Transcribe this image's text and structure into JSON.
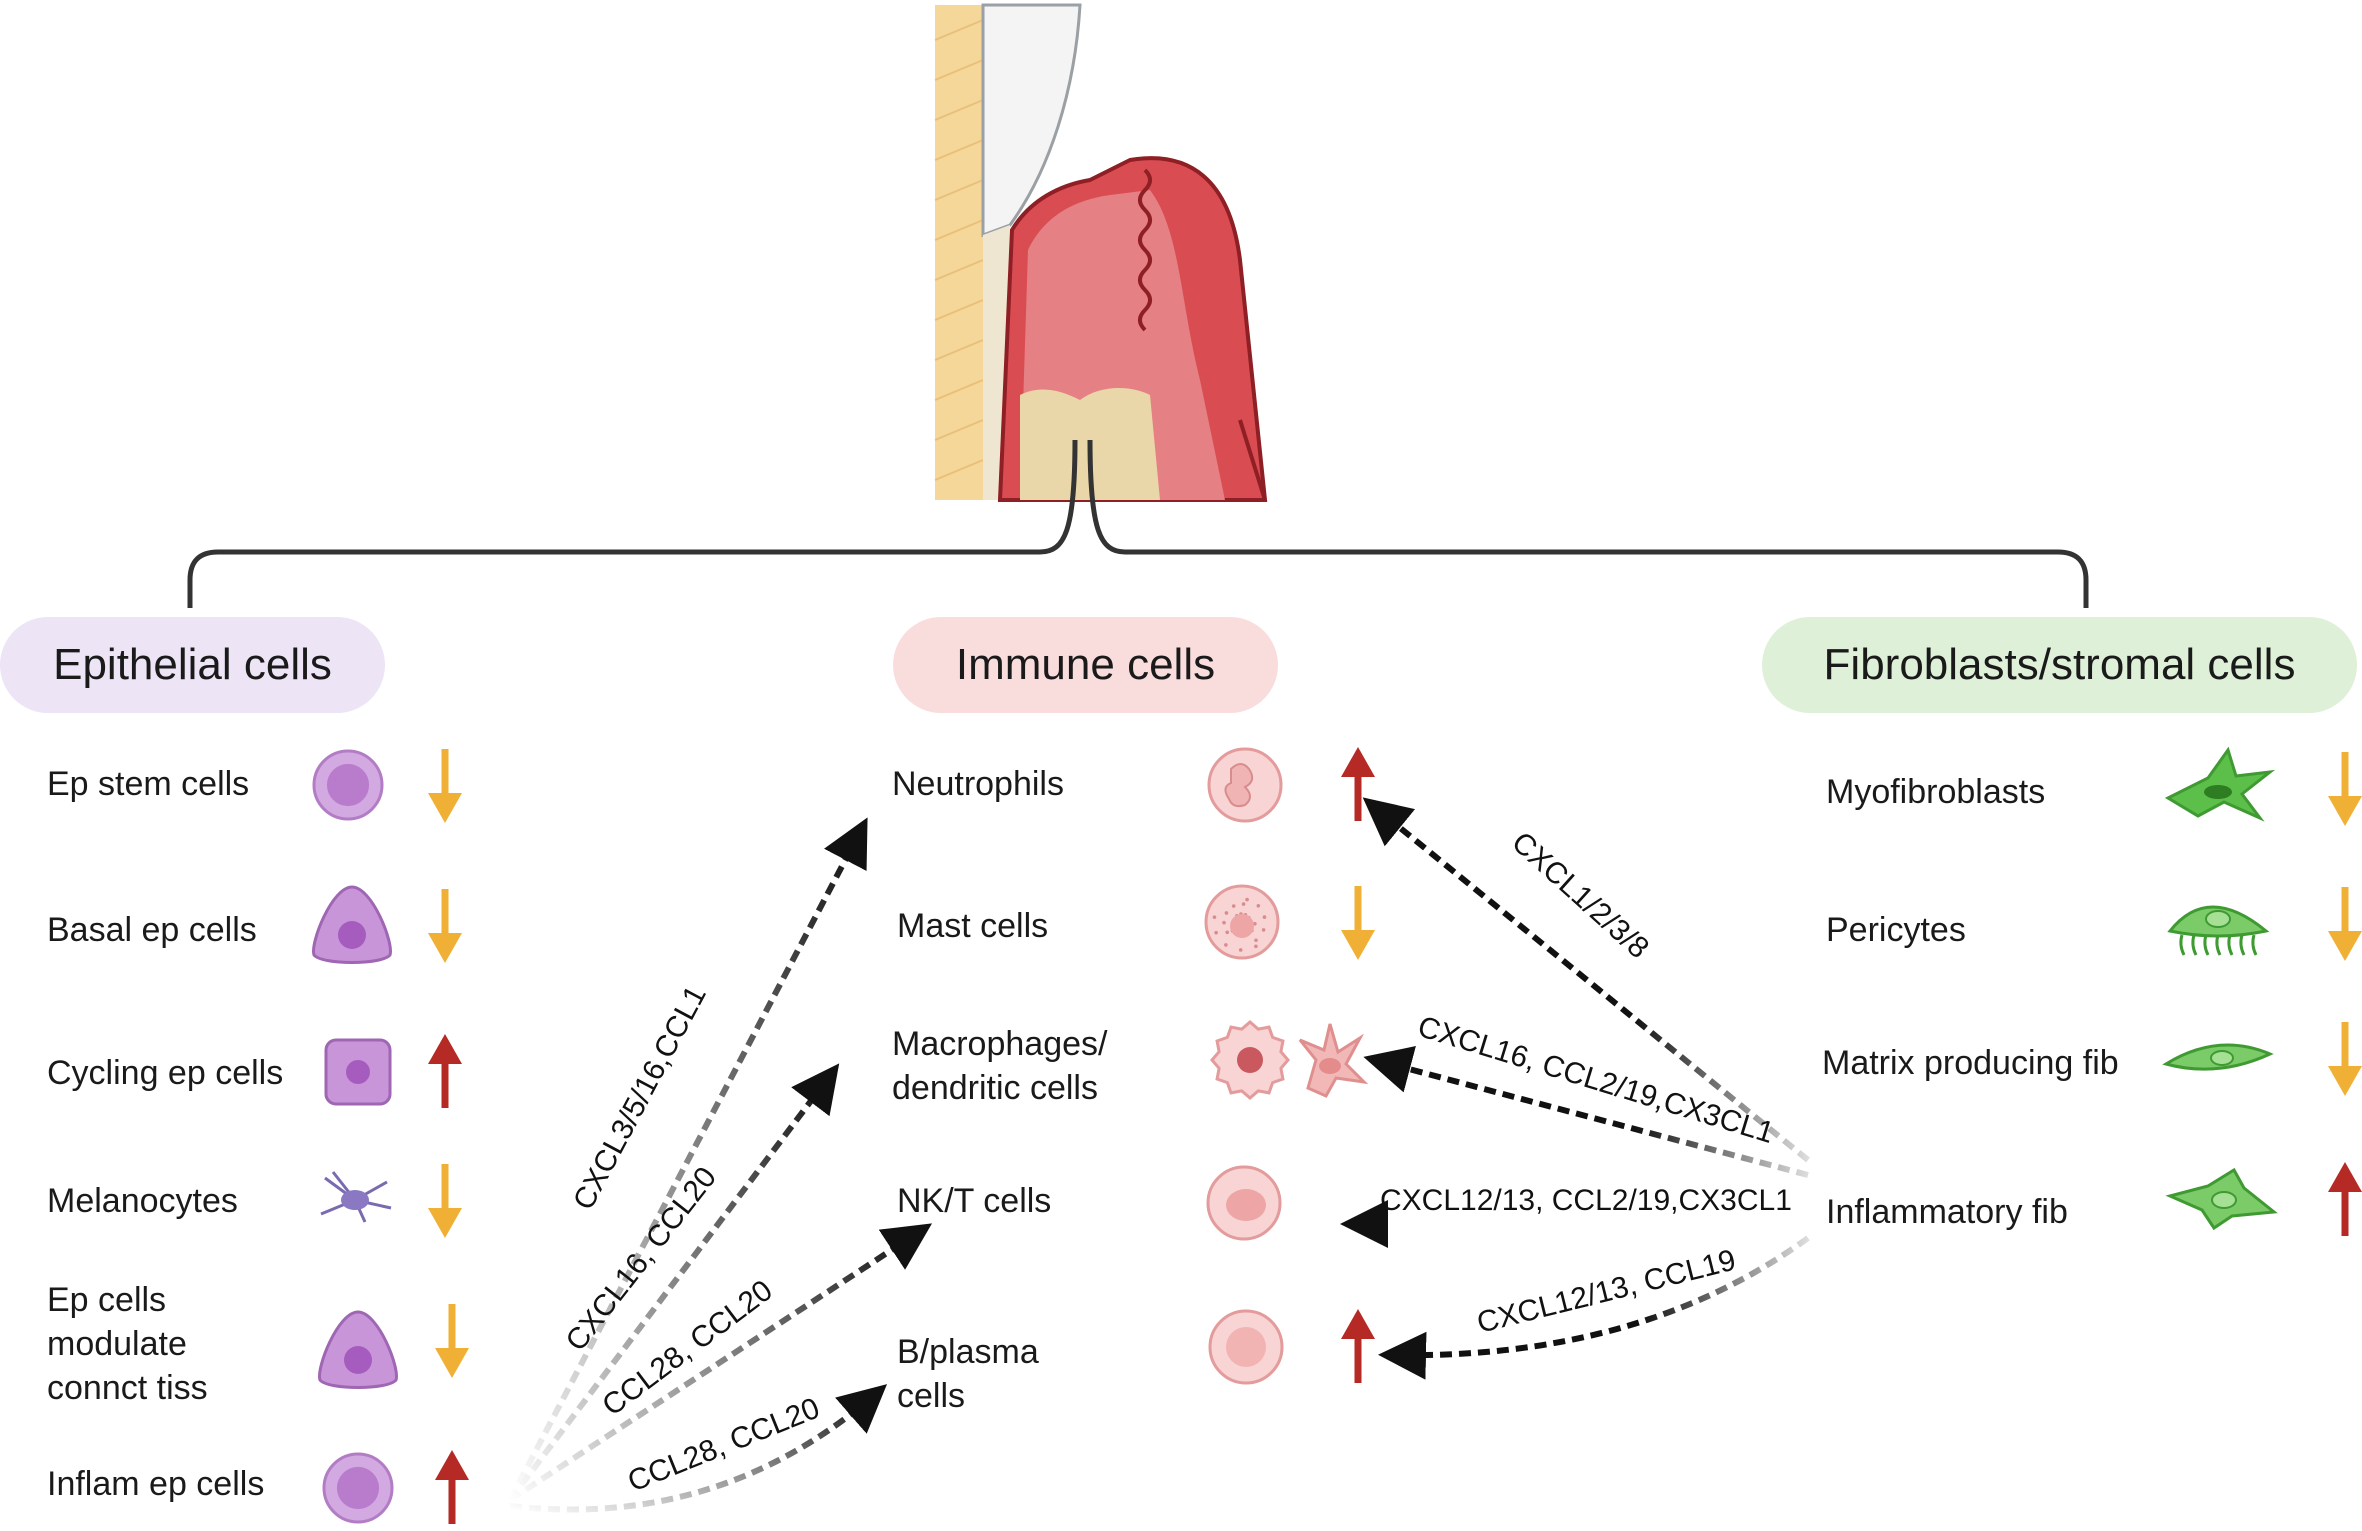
{
  "categories": {
    "epithelial": "Epithelial cells",
    "immune": "Immune cells",
    "fibroblast": "Fibroblasts/stromal cells"
  },
  "colors": {
    "epithelial_pill": "#ede4f6",
    "immune_pill": "#f9dddd",
    "fibroblast_pill": "#dff0d8",
    "up_arrow": "#b52a25",
    "down_arrow": "#f0b036",
    "epithelial_cell": "#c895d8",
    "immune_cell": "#f6c4c4",
    "fibroblast_cell": "#6dc25a"
  },
  "epithelial_cells": [
    {
      "label": "Ep stem cells",
      "trend": "down",
      "icon": "round-cell-icon"
    },
    {
      "label": "Basal ep cells",
      "trend": "down",
      "icon": "triangular-cell-icon"
    },
    {
      "label": "Cycling ep cells",
      "trend": "up",
      "icon": "square-cell-icon"
    },
    {
      "label": "Melanocytes",
      "trend": "down",
      "icon": "melanocyte-icon"
    },
    {
      "label": "Ep cells\nmodulate\nconnct tiss",
      "trend": "down",
      "icon": "triangular-cell-icon"
    },
    {
      "label": "Inflam  ep cells",
      "trend": "up",
      "icon": "round-cell-icon"
    }
  ],
  "immune_cells": [
    {
      "label": "Neutrophils",
      "trend": "up",
      "icon": "neutrophil-icon"
    },
    {
      "label": "Mast cells",
      "trend": "down",
      "icon": "mast-cell-icon"
    },
    {
      "label": "Macrophages/\ndendritic cells",
      "trend": "none",
      "icon": "macrophage-dendritic-icon"
    },
    {
      "label": "NK/T cells",
      "trend": "none",
      "icon": "nk-t-cell-icon"
    },
    {
      "label": "B/plasma\ncells",
      "trend": "up",
      "icon": "b-plasma-cell-icon"
    }
  ],
  "fibroblast_cells": [
    {
      "label": "Myofibroblasts",
      "trend": "down",
      "icon": "myofibroblast-icon"
    },
    {
      "label": "Pericytes",
      "trend": "down",
      "icon": "pericyte-icon"
    },
    {
      "label": "Matrix producing fib",
      "trend": "down",
      "icon": "matrix-fib-icon"
    },
    {
      "label": "Inflammatory fib",
      "trend": "up",
      "icon": "inflammatory-fib-icon"
    }
  ],
  "signals_from_epithelium": [
    {
      "chemokines": "CXCL3/5/16,CCL1",
      "target": "Neutrophils"
    },
    {
      "chemokines": "CXCL16, CCL20",
      "target": "Macrophages/dendritic cells"
    },
    {
      "chemokines": "CCL28, CCL20",
      "target": "NK/T cells"
    },
    {
      "chemokines": "CCL28, CCL20",
      "target": "B/plasma cells"
    }
  ],
  "signals_from_fibroblasts": [
    {
      "chemokines": "CXCL1/2/3/8",
      "target": "Neutrophils"
    },
    {
      "chemokines": "CXCL16, CCL2/19,CX3CL1",
      "target": "Macrophages/dendritic cells"
    },
    {
      "chemokines": "CXCL12/13, CCL2/19,CX3CL1",
      "target": "NK/T cells"
    },
    {
      "chemokines": "CXCL12/13, CCL19",
      "target": "B/plasma cells"
    }
  ]
}
